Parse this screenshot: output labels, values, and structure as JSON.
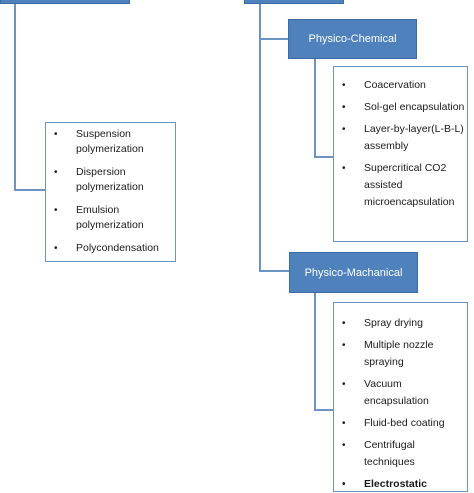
{
  "colors": {
    "box_fill": "#4f81bd",
    "connector": "#6d93c4",
    "list_border": "#6d93c4"
  },
  "physico_chemical": {
    "label": "Physico-Chemical"
  },
  "physico_mechanical": {
    "label": "Physico-Machanical"
  },
  "polymerization_list": {
    "items": [
      "Suspension polymerization",
      "Dispersion polymerization",
      "Emulsion polymerization",
      "Polycondensation"
    ]
  },
  "chemical_list": {
    "items": [
      "Coacervation",
      "Sol-gel encapsulation",
      "Layer-by-layer(L-B-L) assembly",
      "Supercritical CO2 assisted microencapsulation"
    ]
  },
  "mechanical_list": {
    "items": [
      "Spray drying",
      "Multiple nozzle spraying",
      "Vacuum encapsulation",
      "Fluid-bed coating",
      "Centrifugal techniques",
      "Electrostatic"
    ]
  }
}
